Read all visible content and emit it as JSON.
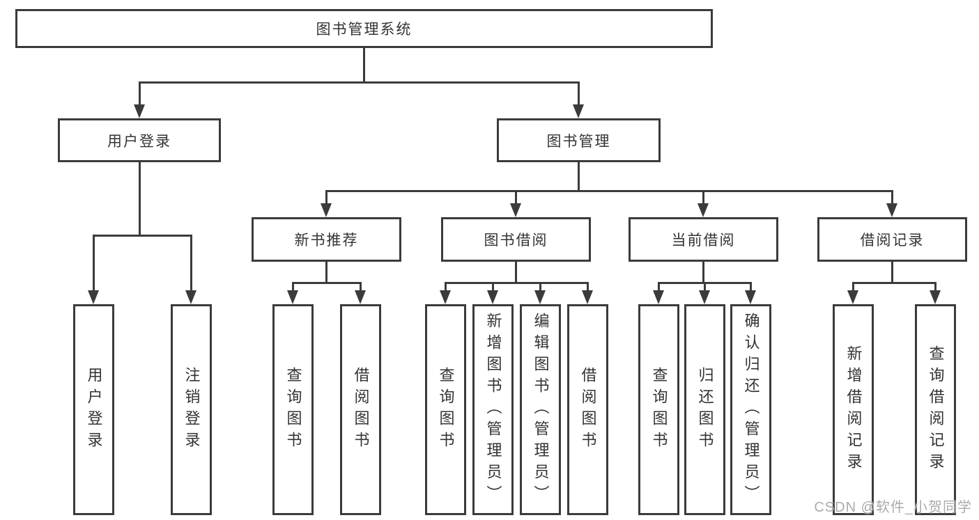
{
  "diagram_type": "functional-structure-tree",
  "tree": {
    "label": "图书管理系统",
    "children": [
      {
        "label": "用户登录",
        "children": [
          {
            "label": "用户登录"
          },
          {
            "label": "注销登录"
          }
        ]
      },
      {
        "label": "图书管理",
        "children": [
          {
            "label": "新书推荐",
            "children": [
              {
                "label": "查询图书"
              },
              {
                "label": "借阅图书"
              }
            ]
          },
          {
            "label": "图书借阅",
            "children": [
              {
                "label": "查询图书"
              },
              {
                "label": "新增图书（管理员）"
              },
              {
                "label": "编辑图书（管理员）"
              },
              {
                "label": "借阅图书"
              }
            ]
          },
          {
            "label": "当前借阅",
            "children": [
              {
                "label": "查询图书"
              },
              {
                "label": "归还图书"
              },
              {
                "label": "确认归还（管理员）"
              }
            ]
          },
          {
            "label": "借阅记录",
            "children": [
              {
                "label": "新增借阅记录"
              },
              {
                "label": "查询借阅记录"
              }
            ]
          }
        ]
      }
    ]
  },
  "watermark": {
    "text": "CSDN @软件_小贺同学"
  },
  "colors": {
    "line": "#3b3b3b",
    "text": "#333333",
    "watermark": "#ababab",
    "background": "#ffffff"
  }
}
